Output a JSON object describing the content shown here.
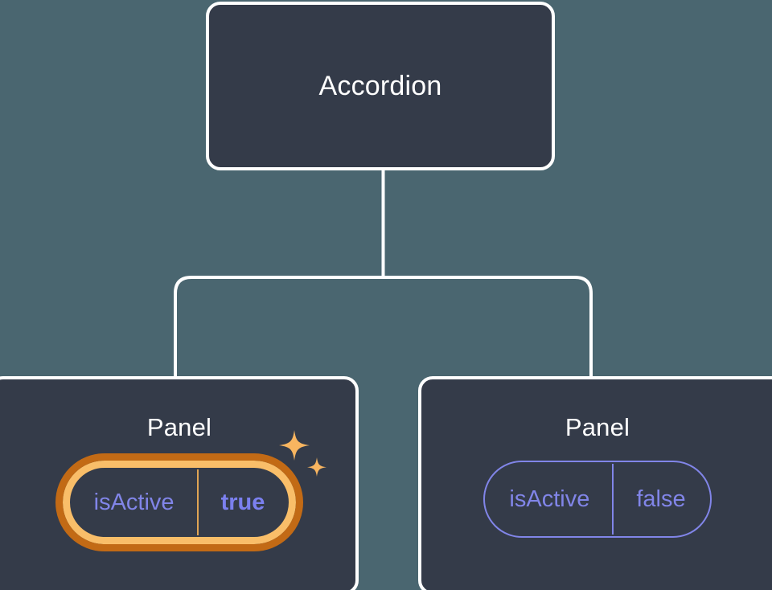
{
  "theme": {
    "background": "#4a6670",
    "card_fill": "#343b49",
    "card_border": "#ffffff",
    "connector": "#ffffff",
    "prop_text": "#8185e8",
    "prop_value_active": "#7b80ef",
    "highlight_inner_ring": "#f9be69",
    "highlight_outer_ring": "#c26a15",
    "sparkle": "#f8b560"
  },
  "tree": {
    "root": {
      "title": "Accordion"
    },
    "children": [
      {
        "title": "Panel",
        "highlighted": true,
        "prop": {
          "key": "isActive",
          "value": "true"
        },
        "sparkle_icons": [
          "sparkle-large-icon",
          "sparkle-small-icon"
        ]
      },
      {
        "title": "Panel",
        "highlighted": false,
        "prop": {
          "key": "isActive",
          "value": "false"
        }
      }
    ]
  }
}
